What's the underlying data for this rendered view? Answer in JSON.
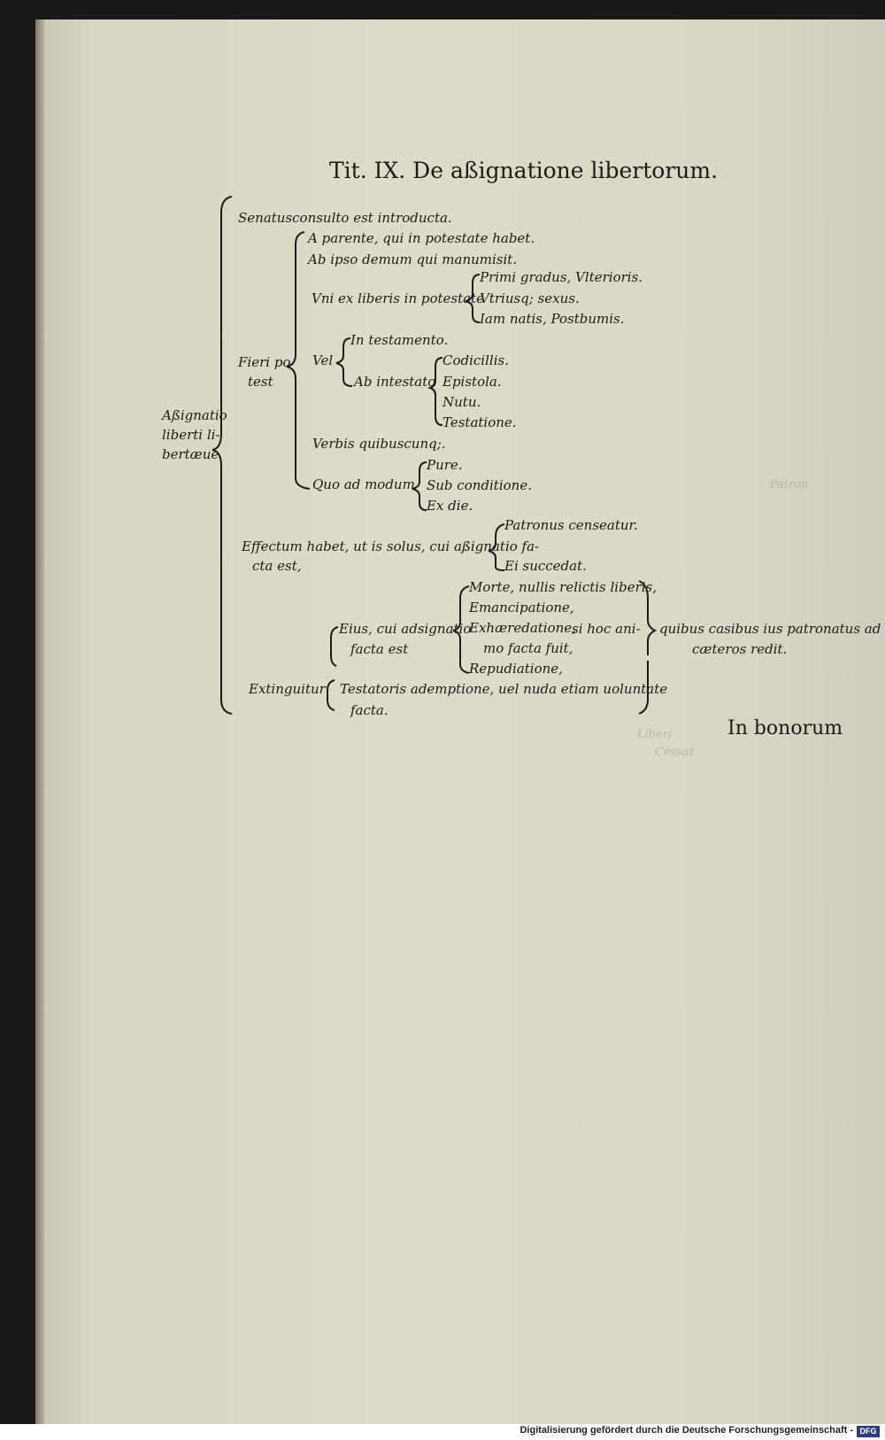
{
  "title": "Tit. IX. De aßignatione libertorum.",
  "catchword": "In bonorum",
  "tree": {
    "root": [
      "Aßignatio",
      "liberti li-",
      "bertæue"
    ],
    "senatus": "Senatusconsulto est introducta.",
    "fieri": [
      "Fieri po",
      "test"
    ],
    "a_parente": "A parente, qui in potestate habet.",
    "ab_ipso": "Ab ipso demum qui manumisit.",
    "vni": "Vni ex liberis in potestate",
    "vni_items": [
      "Primi gradus, Vlterioris.",
      "Vtriusq; sexus.",
      "Iam natis, Postbumis."
    ],
    "vel": "Vel",
    "in_testamento": "In testamento.",
    "ab_intestato": "Ab intestato",
    "intestato_items": [
      "Codicillis.",
      "Epistola.",
      "Nutu.",
      "Testatione."
    ],
    "verbis": "Verbis quibuscunq;.",
    "quo": "Quo ad modum",
    "quo_items": [
      "Pure.",
      "Sub conditione.",
      "Ex die."
    ],
    "effectum": [
      "Effectum habet, ut is solus, cui aßignatio fa-",
      "cta est,"
    ],
    "effectum_items": [
      "Patronus censeatur.",
      "Ei succedat."
    ],
    "extinguitur": "Extinguitur",
    "eius": [
      "Eius, cui adsignatio",
      "facta est"
    ],
    "eius_items": [
      "Morte, nullis relictis liberis,",
      "Emancipatione,",
      "Exhæredatione,",
      "mo facta fuit,",
      "Repudiatione,"
    ],
    "si_hoc": "si hoc ani-",
    "quibus": [
      "quibus casibus ius patronatus ad",
      "cæteros redit."
    ],
    "testatoris": [
      "Testatoris ademptione, uel nuda etiam uoluntate",
      "facta."
    ]
  },
  "footer": {
    "text": "Digitalisierung gefördert durch die Deutsche Forschungsgemeinschaft -",
    "logo": "DFG"
  },
  "colors": {
    "ink": "#1f1a16",
    "paper": "#dddbc9"
  }
}
